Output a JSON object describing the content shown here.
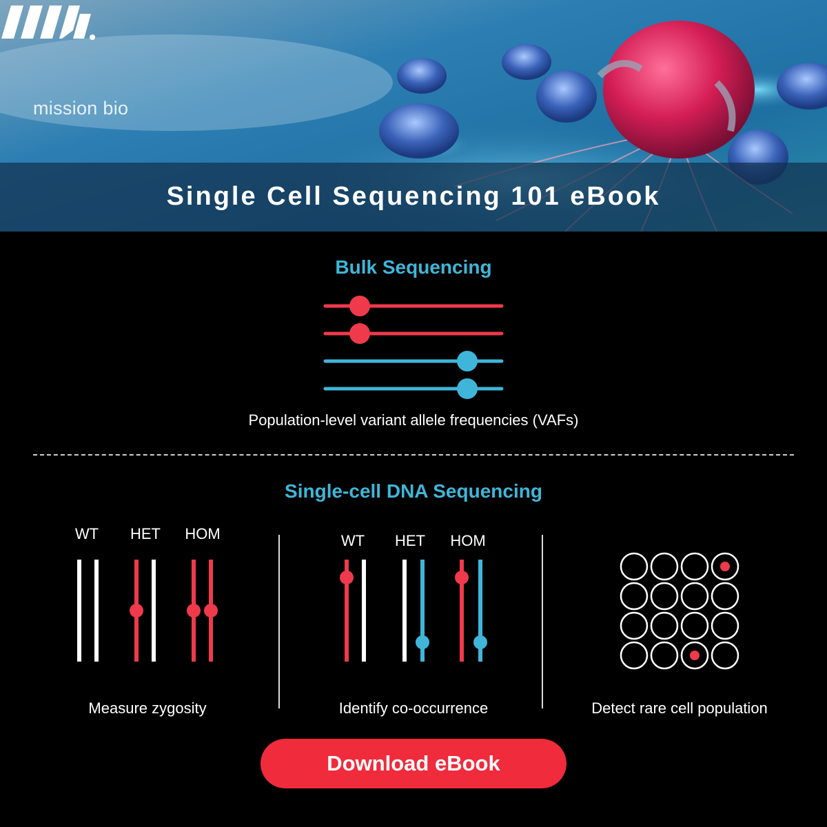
{
  "brand": {
    "name": "mission bio"
  },
  "hero": {
    "title": "Single Cell Sequencing 101 eBook"
  },
  "bulk": {
    "title": "Bulk Sequencing",
    "caption": "Population-level variant allele frequencies (VAFs)"
  },
  "single_cell": {
    "title": "Single-cell DNA Sequencing",
    "zygosity": {
      "labels": [
        "WT",
        "HET",
        "HOM"
      ],
      "caption": "Measure zygosity"
    },
    "cooccurrence": {
      "labels": [
        "WT",
        "HET",
        "HOM"
      ],
      "caption": "Identify co-occurrence"
    },
    "rare": {
      "caption": "Detect rare cell population"
    }
  },
  "cta": {
    "label": "Download eBook"
  },
  "colors": {
    "red": "#ef3a4b",
    "blue": "#3fb6d9",
    "cta": "#ef2b3c",
    "background": "#000000"
  }
}
